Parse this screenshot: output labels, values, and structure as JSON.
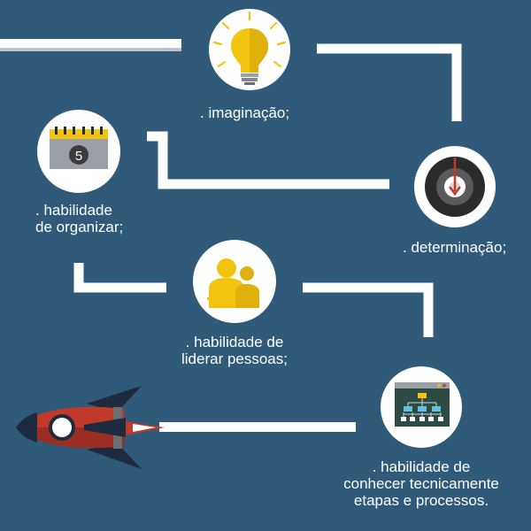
{
  "palette": {
    "background": "#2f5a7a",
    "path_line": "#ffffff",
    "node_circle": "#ffffff",
    "accent_yellow": "#f2c40f",
    "accent_red": "#c0392b",
    "dark_navy": "#1e2a3d",
    "gray": "#6d6e71"
  },
  "steps": [
    {
      "id": "imaginacao",
      "icon": "lightbulb-icon",
      "lines": [
        ". imaginação;"
      ]
    },
    {
      "id": "organizar",
      "icon": "calendar-icon",
      "calendar_number": "5",
      "lines": [
        ". habilidade",
        "de organizar;"
      ]
    },
    {
      "id": "determinacao",
      "icon": "target-arrow-icon",
      "lines": [
        ". determinação;"
      ]
    },
    {
      "id": "liderar",
      "icon": "people-icon",
      "lines": [
        ". habilidade de",
        "liderar pessoas;"
      ]
    },
    {
      "id": "conhecer",
      "icon": "flowchart-screen-icon",
      "lines": [
        ". habilidade de",
        "conhecer tecnicamente",
        "etapas e processos."
      ]
    }
  ],
  "rocket_icon": "rocket-icon"
}
